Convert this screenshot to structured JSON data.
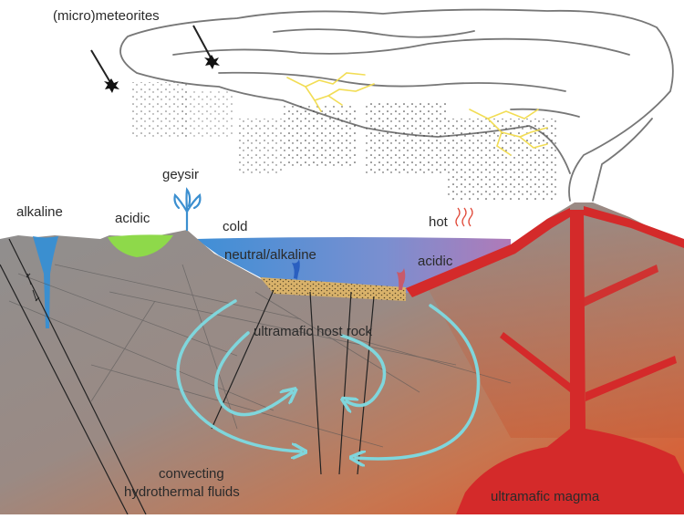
{
  "labels": {
    "meteorites": "(micro)meteorites",
    "geysir": "geysir",
    "alkaline": "alkaline",
    "acidic_pool": "acidic",
    "cold": "cold",
    "hot": "hot",
    "neutral_alkaline": "neutral/alkaline",
    "acidic_vent": "acidic",
    "host_rock": "ultramafic host rock",
    "fluids_line1": "convecting",
    "fluids_line2": "hydrothermal fluids",
    "magma": "ultramafic magma"
  },
  "colors": {
    "rock": "#9a8a84",
    "magma": "#d42a2a",
    "ocean_cold": "#3f8fd6",
    "ocean_hot": "#9a7bc0",
    "acid_pool": "#8ed94a",
    "sediment": "#d9b26a",
    "convection_arrow": "#7fd6dc",
    "lightning": "#f2dd55",
    "steam": "#e04a3a"
  }
}
